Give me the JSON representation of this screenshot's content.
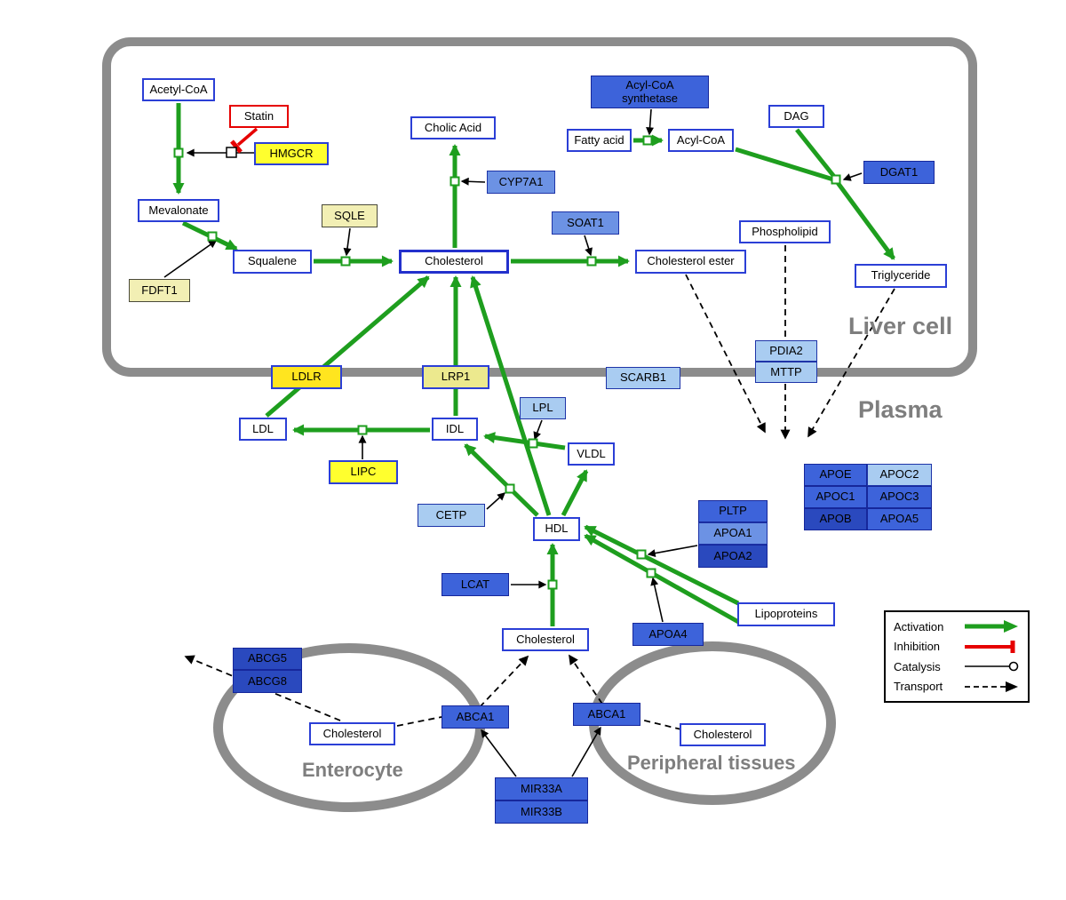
{
  "regions": {
    "liver": "Liver cell",
    "plasma": "Plasma",
    "enterocyte": "Enterocyte",
    "peripheral": "Peripheral tissues"
  },
  "legend": {
    "activation": "Activation",
    "inhibition": "Inhibition",
    "catalysis": "Catalysis",
    "transport": "Transport"
  },
  "colors": {
    "activation": "#1e9e1e",
    "inhibition": "#e60000",
    "catalysis": "#000000",
    "transport": "#000000",
    "node_border": "#2b3fd6",
    "compartment": "#8c8c8c",
    "yellow": "#ffff2e",
    "pale_yellow": "#f2efb4",
    "light_blue": "#a9ccf1",
    "medium_blue": "#6c92e4",
    "blue": "#3d63da",
    "dark_blue": "#2a49be"
  },
  "nodes": {
    "acetyl_coa": "Acetyl-CoA",
    "statin": "Statin",
    "hmgcr": "HMGCR",
    "mevalonate": "Mevalonate",
    "sqle": "SQLE",
    "fdft1": "FDFT1",
    "squalene": "Squalene",
    "cholesterol_liver": "Cholesterol",
    "cholic_acid": "Cholic Acid",
    "cyp7a1": "CYP7A1",
    "soat1": "SOAT1",
    "cholesterol_ester": "Cholesterol ester",
    "acyl_coa_synthetase": "Acyl-CoA\nsynthetase",
    "fatty_acid": "Fatty acid",
    "acyl_coa": "Acyl-CoA",
    "dag": "DAG",
    "dgat1": "DGAT1",
    "phospholipid": "Phospholipid",
    "triglyceride": "Triglyceride",
    "pdia2": "PDIA2",
    "mttp": "MTTP",
    "ldlr": "LDLR",
    "lrp1": "LRP1",
    "scarb1": "SCARB1",
    "ldl": "LDL",
    "idl": "IDL",
    "lpl": "LPL",
    "vldl": "VLDL",
    "lipc": "LIPC",
    "cetp": "CETP",
    "hdl": "HDL",
    "pltp": "PLTP",
    "apoa1": "APOA1",
    "apoa2": "APOA2",
    "lcat": "LCAT",
    "apoa4": "APOA4",
    "lipoproteins": "Lipoproteins",
    "cholesterol_plasma": "Cholesterol",
    "apoe": "APOE",
    "apoc2": "APOC2",
    "apoc1": "APOC1",
    "apoc3": "APOC3",
    "apob": "APOB",
    "apoa5": "APOA5",
    "abcg5": "ABCG5",
    "abcg8": "ABCG8",
    "cholesterol_enterocyte": "Cholesterol",
    "abca1_enterocyte": "ABCA1",
    "abca1_peripheral": "ABCA1",
    "cholesterol_peripheral": "Cholesterol",
    "mir33a": "MIR33A",
    "mir33b": "MIR33B"
  }
}
